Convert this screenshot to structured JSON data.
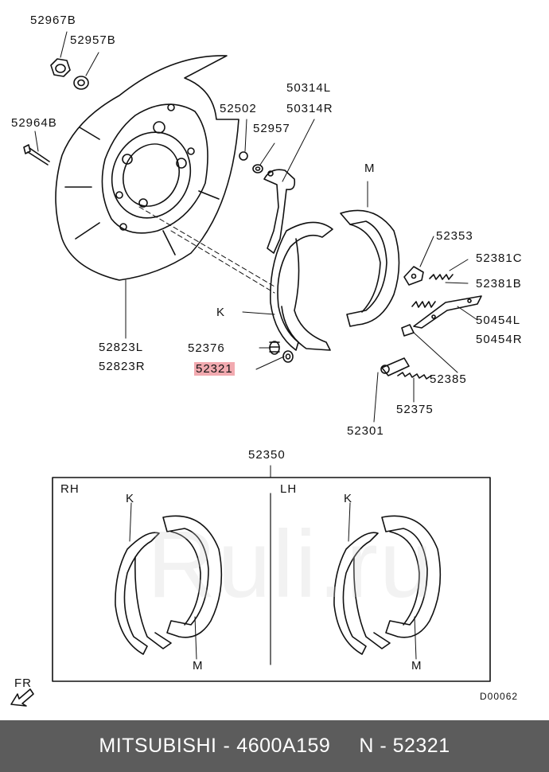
{
  "labels": {
    "p52967B": "52967B",
    "p52957B": "52957B",
    "p52964B": "52964B",
    "p52823L": "52823L",
    "p52823R": "52823R",
    "p52502": "52502",
    "p52957": "52957",
    "p50314L": "50314L",
    "p50314R": "50314R",
    "m_top": "M",
    "k_top": "K",
    "p52376": "52376",
    "p52321": "52321",
    "p52353": "52353",
    "p52381C": "52381C",
    "p52381B": "52381B",
    "p50454L": "50454L",
    "p50454R": "50454R",
    "p52385": "52385",
    "p52375": "52375",
    "p52301": "52301",
    "p52350": "52350",
    "rh": "RH",
    "lh": "LH",
    "k_rh": "K",
    "m_rh": "M",
    "k_lh": "K",
    "m_lh": "M",
    "fr": "FR",
    "code": "D00062"
  },
  "highlight_color": "#f2aab0",
  "watermark": "Ruli.ru",
  "footer": {
    "brand": "MITSUBISHI",
    "part_number": "4600A159",
    "ref": "N - 52321"
  }
}
